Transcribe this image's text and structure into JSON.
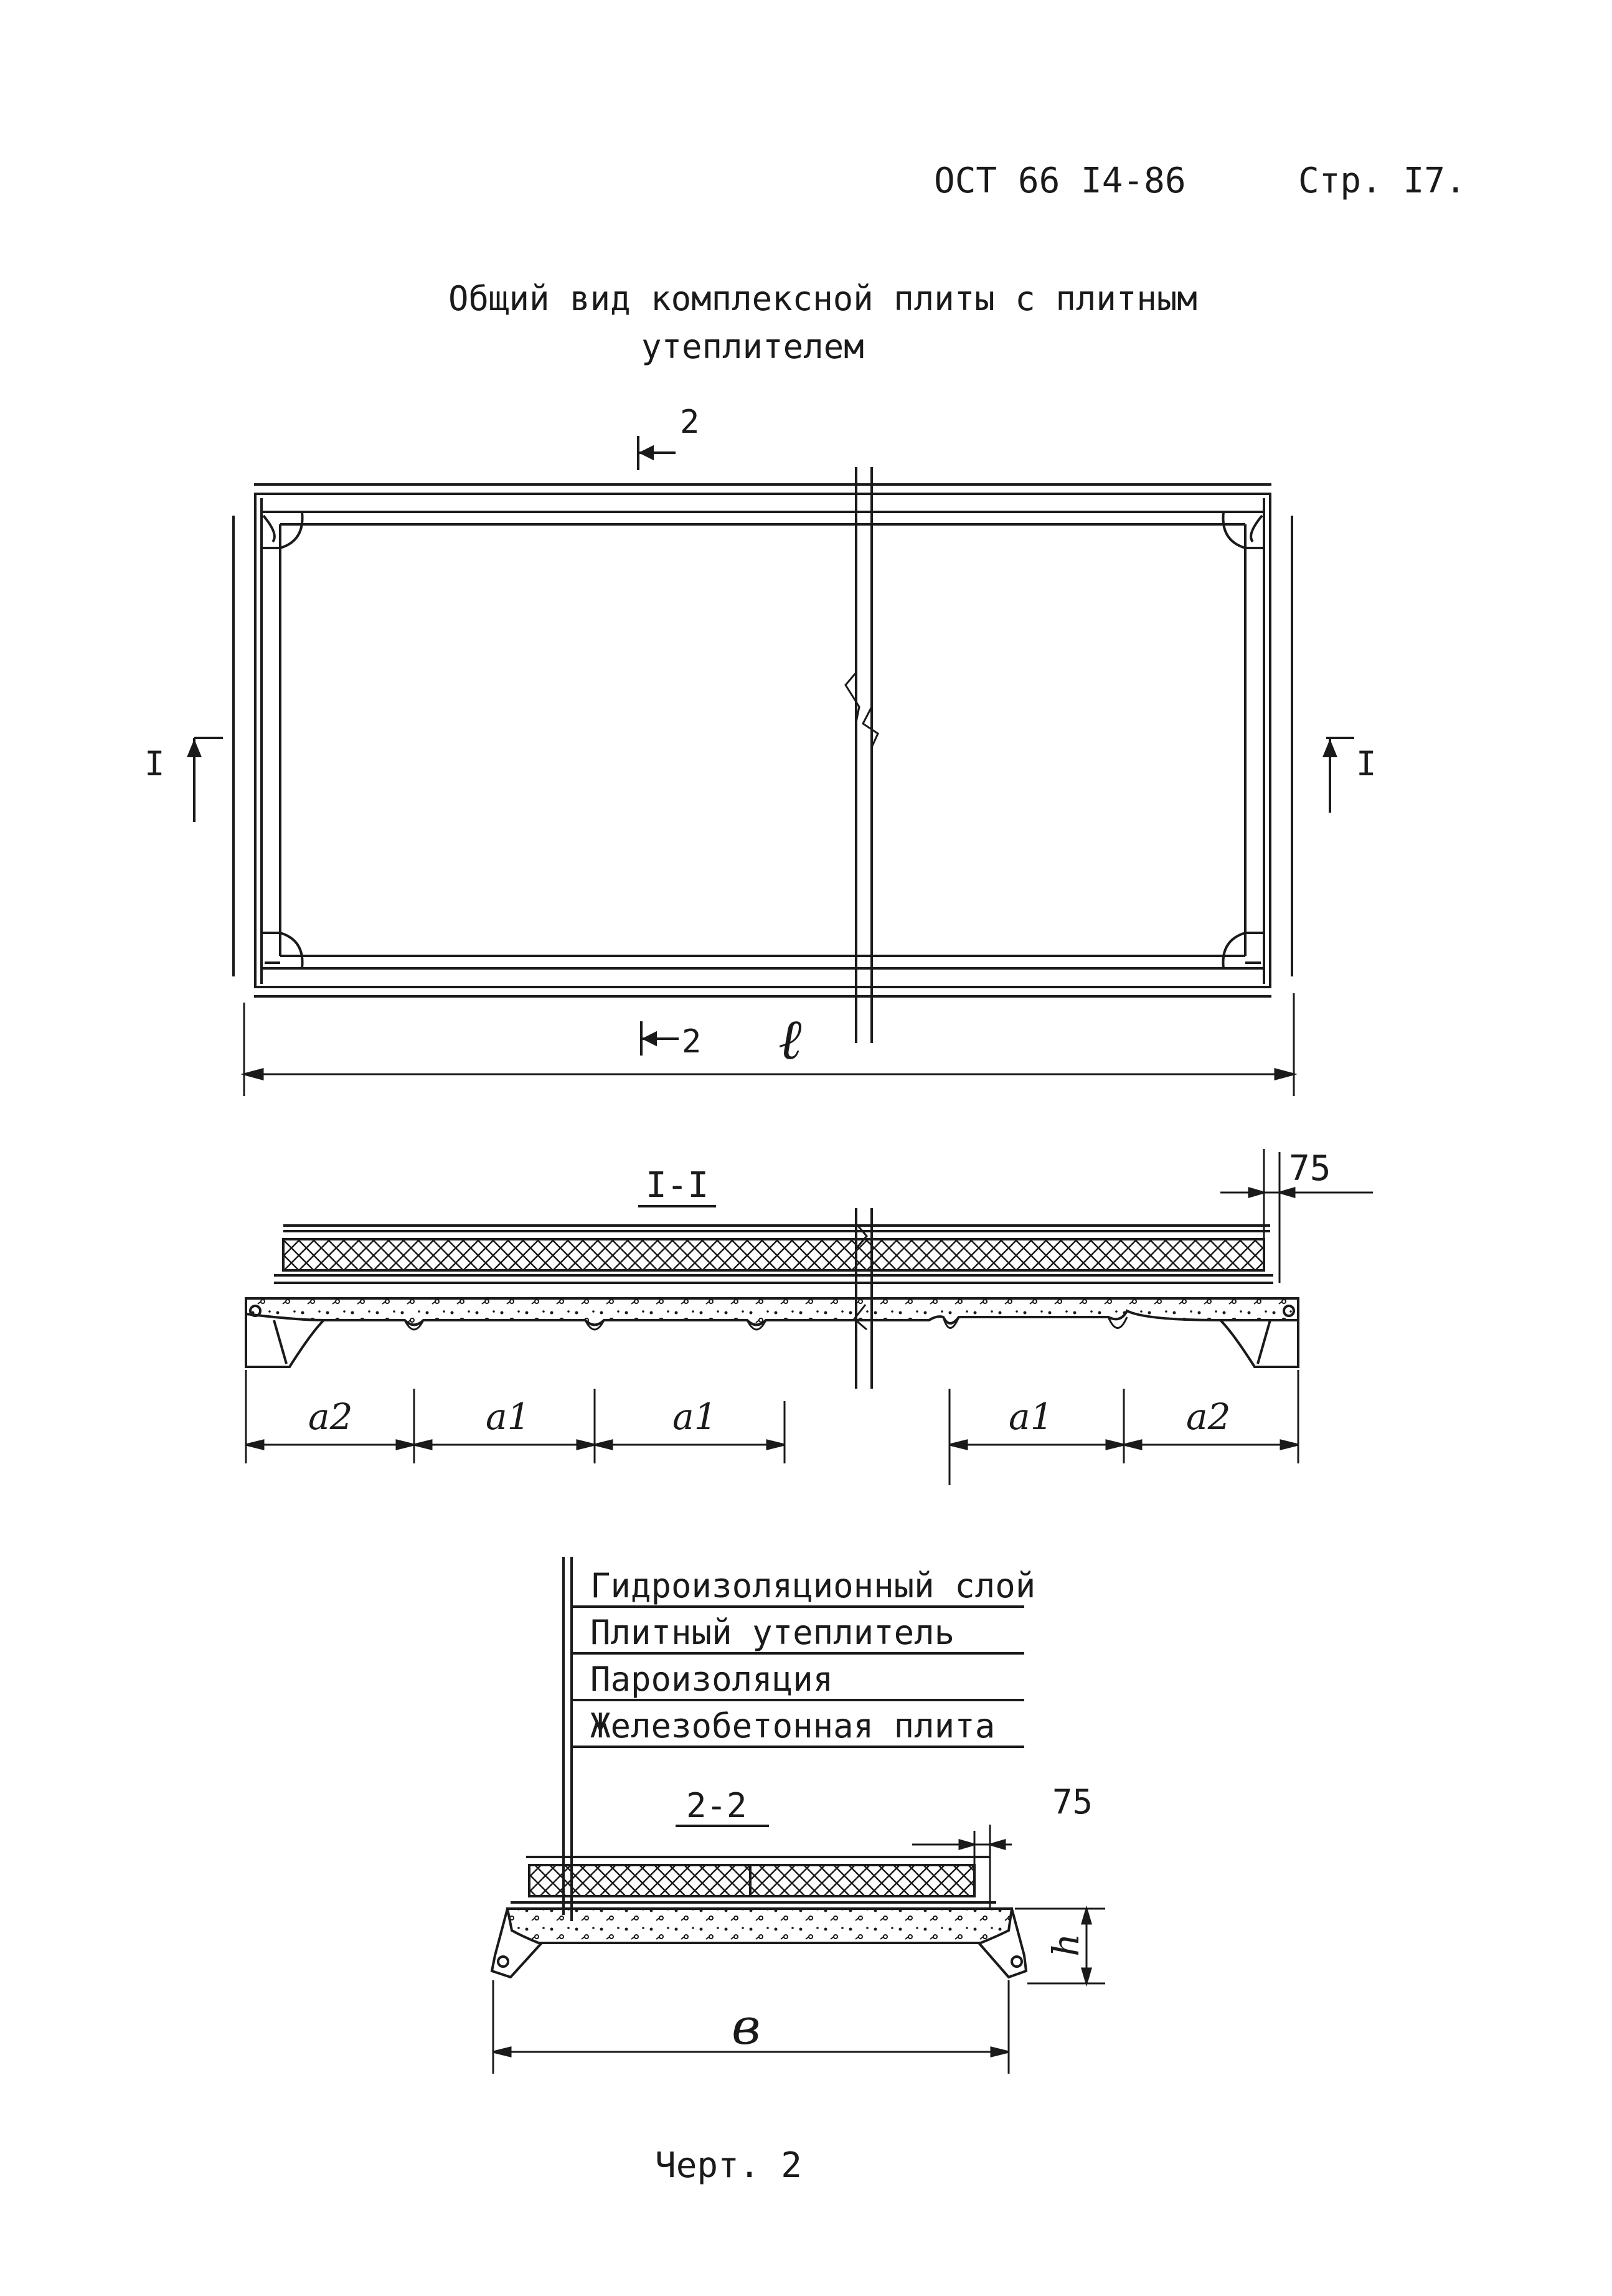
{
  "header": {
    "doc_code": "ОСТ 66 I4-86",
    "page": "Стр. I7."
  },
  "title": {
    "line1": "Общий вид комплексной плиты с плитным",
    "line2": "утеплителем"
  },
  "plan": {
    "section_mark": "2",
    "section_mark_bottom": "2",
    "cut_left": "I",
    "cut_right": "I",
    "length_label": "ℓ"
  },
  "section_1": {
    "title": "I-I",
    "offset_dim": "75",
    "dims": [
      "a2",
      "a1",
      "a1",
      "a1",
      "a2"
    ]
  },
  "layers": [
    "Гидроизоляционный слой",
    "Плитный утеплитель",
    "Пароизоляция",
    "Железобетонная плита"
  ],
  "section_2": {
    "title": "2-2",
    "offset_dim": "75",
    "width_label": "в",
    "height_label": "h"
  },
  "caption": "Черт. 2",
  "colors": {
    "ink": "#1a1a1a",
    "paper": "#ffffff"
  }
}
